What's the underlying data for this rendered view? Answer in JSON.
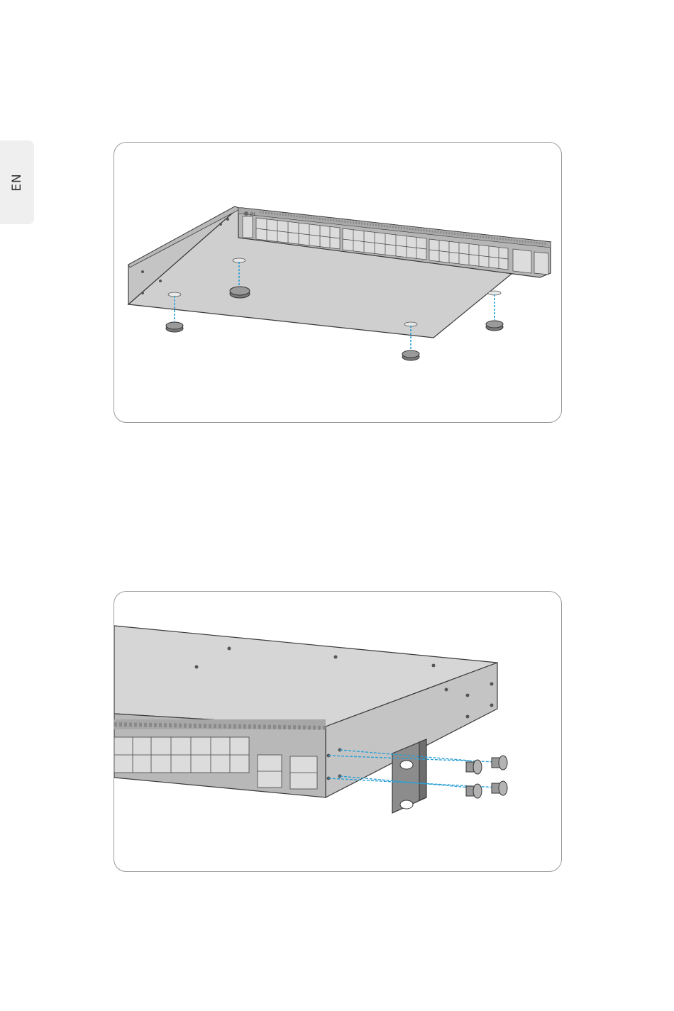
{
  "side_tab": {
    "label": "EN"
  },
  "figures": [
    {
      "id": "rubber-feet-installation",
      "device_label_p1": "P1"
    },
    {
      "id": "rack-bracket-installation"
    }
  ],
  "colors": {
    "device_top": "#d4d4d4",
    "device_side": "#c2c2c2",
    "device_front": "#b0b0b0",
    "guide_line": "#2a9fd6",
    "outline": "#3a3a3a"
  }
}
